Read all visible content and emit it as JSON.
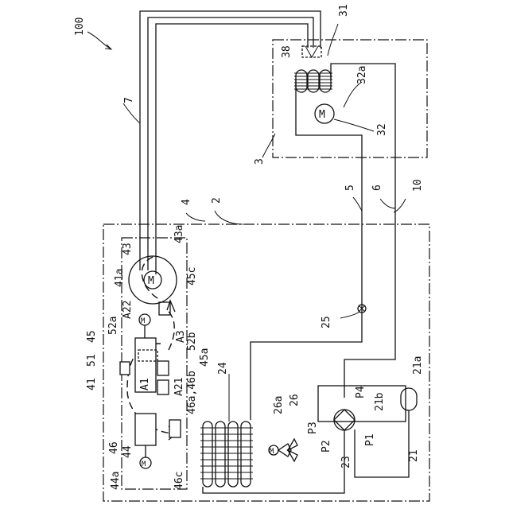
{
  "diagram": {
    "labels": {
      "system": "100",
      "pipe_bundle": "7",
      "indoor_unit": "3",
      "outdoor_unit": "2",
      "ref_circuit": "10",
      "liq_pipe": "5",
      "gas_pipe": "6",
      "duct_box": "4",
      "indoor_hx": "31",
      "sensor_38": "38",
      "indoor_fan_motor": "32a",
      "indoor_fan": "32",
      "fan_43": "43",
      "casing_43a": "43a",
      "motor_41a": "41a",
      "port_45c": "45c",
      "port_a22": "A22",
      "part_52a": "52a",
      "part_45": "45",
      "part_51": "51",
      "part_41": "41",
      "port_a1": "A1",
      "port_a3": "A3",
      "part_52b": "52b",
      "part_45a": "45a",
      "port_a21": "A21",
      "parts_46": "46a,46b",
      "part_46": "46",
      "part_44": "44",
      "part_44a": "44a",
      "part_46c": "46c",
      "outdoor_hx": "24",
      "expansion_valve": "25",
      "fan_motor_26a": "26a",
      "fan_26": "26",
      "accumulator": "21a",
      "acc_pipe": "21b",
      "compressor": "21",
      "port_p4": "P4",
      "port_p3": "P3",
      "port_p2": "P2",
      "port_p1": "P1",
      "four_way_valve": "23"
    }
  }
}
